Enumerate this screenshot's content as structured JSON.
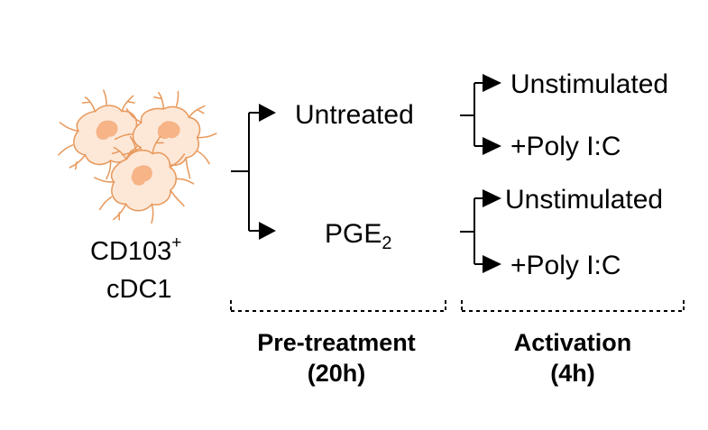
{
  "cell": {
    "label_main": "CD103",
    "label_sup": "+",
    "label_line2": "cDC1",
    "fill_color": "#fde8d8",
    "outline_color": "#e89a5e",
    "nucleus_color": "#f6b487"
  },
  "pretreatment": {
    "untreated": "Untreated",
    "pge_main": "PGE",
    "pge_sub": "2"
  },
  "activation": {
    "untreated_unstim": "Unstimulated",
    "untreated_polyic": "+Poly I:C",
    "pge_unstim": "Unstimulated",
    "pge_polyic": "+Poly I:C"
  },
  "phases": {
    "pretreatment_title": "Pre-treatment",
    "pretreatment_time": "(20h)",
    "activation_title": "Activation",
    "activation_time": "(4h)"
  },
  "colors": {
    "line": "#000000"
  }
}
